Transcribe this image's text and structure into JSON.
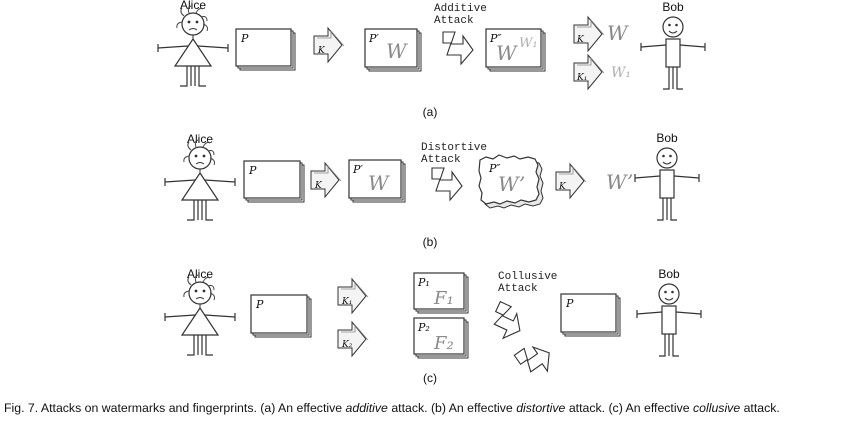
{
  "people": {
    "alice": "Alice",
    "bob": "Bob"
  },
  "symbols": {
    "p": "P",
    "p_prime": "P′",
    "p_dprime": "P″",
    "p1": "P₁",
    "p2": "P₂",
    "w": "W",
    "w1": "W₁",
    "w_tilde": "W’",
    "f1": "F₁",
    "f2": "F₂",
    "k": "K",
    "k1": "K₁",
    "k2": "K₂"
  },
  "attacks": {
    "additive": [
      "Additive",
      "Attack"
    ],
    "distortive": [
      "Distortive",
      "Attack"
    ],
    "collusive": [
      "Collusive",
      "Attack"
    ]
  },
  "panels": {
    "a": "(a)",
    "b": "(b)",
    "c": "(c)"
  },
  "caption": {
    "prefix": "Fig. 7. Attacks on watermarks and fingerprints. (a) An effective ",
    "em1": "additive",
    "mid1": " attack. (b) An effective ",
    "em2": "distortive",
    "mid2": " attack. (c) An effective ",
    "em3": "collusive",
    "suffix": " attack."
  }
}
